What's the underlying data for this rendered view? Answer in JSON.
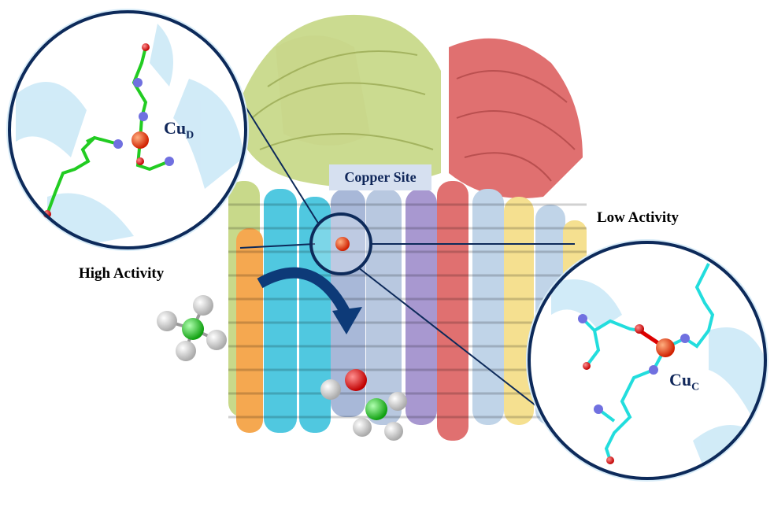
{
  "labels": {
    "copper_site": "Copper Site",
    "high_activity": "High Activity",
    "low_activity": "Low Activity",
    "cu_d_main": "Cu",
    "cu_d_sub": "D",
    "cu_c_main": "Cu",
    "cu_c_sub": "C"
  },
  "colors": {
    "circle_border": "#0d2a5a",
    "copper_atom": "#e8380d",
    "carbon_left": "#22dd22",
    "carbon_right": "#22dddd",
    "nitrogen": "#6a6ae0",
    "oxygen": "#e00000",
    "hydrogen": "#e8e8e8"
  }
}
